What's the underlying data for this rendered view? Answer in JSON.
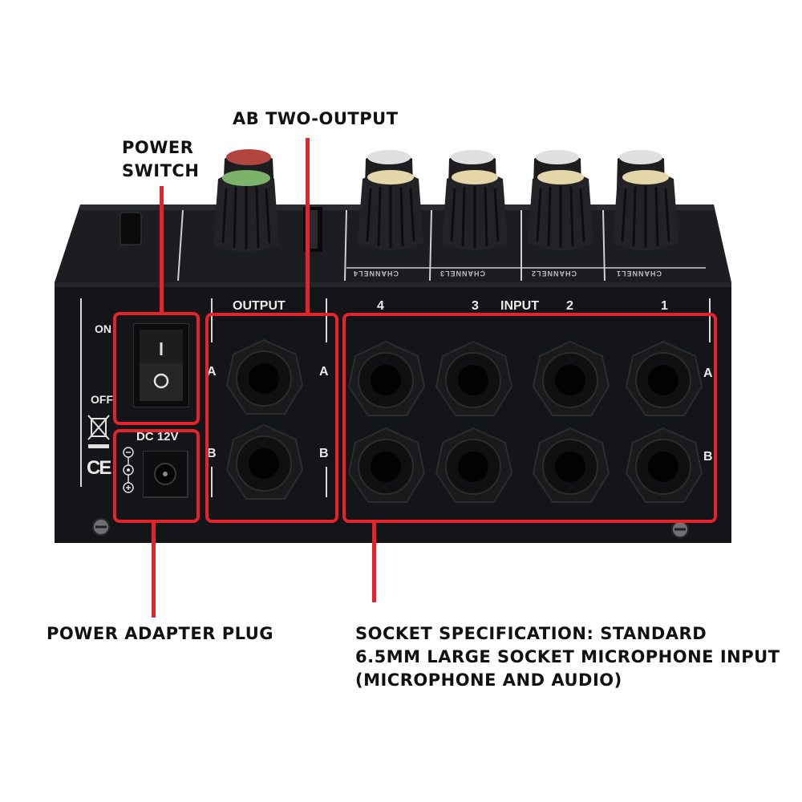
{
  "callouts": {
    "power_switch_line1": "POWER",
    "power_switch_line2": "SWITCH",
    "ab_output": "AB TWO-OUTPUT",
    "power_adapter": "POWER ADAPTER PLUG",
    "socket_line1": "SOCKET SPECIFICATION: STANDARD",
    "socket_line2": "6.5MM LARGE SOCKET MICROPHONE INPUT",
    "socket_line3": "(MICROPHONE AND AUDIO)"
  },
  "panel": {
    "on": "ON",
    "off": "OFF",
    "dc": "DC 12V",
    "output": "OUTPUT",
    "input": "INPUT",
    "ch4": "4",
    "ch3": "3",
    "ch2": "2",
    "ch1": "1",
    "output_a_left": "A",
    "output_a_right": "A",
    "output_b_left": "B",
    "output_b_right": "B",
    "input_a": "A",
    "input_b": "B",
    "ce": "CE",
    "top_labels": [
      "CHANNEL4",
      "CHANNEL3",
      "CHANNEL2",
      "CHANNEL1"
    ]
  },
  "colors": {
    "accent_red": "#e8222a",
    "panel": "#16171a",
    "knob_cap_red": "#b2453f",
    "knob_cap_green": "#7bb36a",
    "knob_cap_cream": "#e4d6a8",
    "knob_cap_white": "#e0e0e0"
  }
}
